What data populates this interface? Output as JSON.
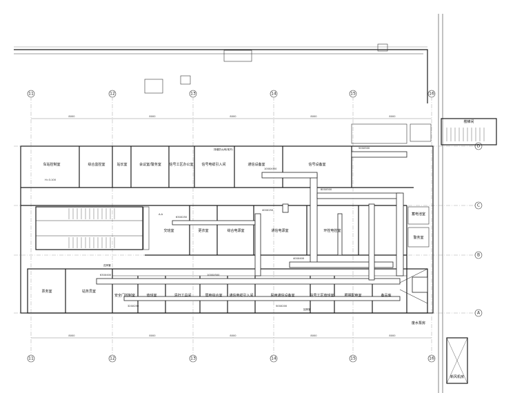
{
  "grid_columns": [
    "11",
    "12",
    "13",
    "14",
    "15",
    "16"
  ],
  "grid_rows": [
    "D",
    "C",
    "B",
    "A"
  ],
  "rooms": {
    "r1": "车站控制室",
    "r2": "综合监控室",
    "r3": "站长室",
    "r4": "会议室/警务室",
    "r5": "信号工区办公室",
    "r6": "信号电缆引入间",
    "r7": "通信设备室",
    "r8": "信号设备室",
    "r9": "蓄电池室",
    "r10": "警务室",
    "r11": "交班室",
    "r12": "更衣室",
    "r13": "综合电源室",
    "r14": "通信电源室",
    "r15": "环控电控室",
    "r16": "票务室",
    "r17": "站务员室",
    "r18": "安全门控制室",
    "r19": "值班室",
    "r20": "清扫工具间",
    "r21": "弱电综合室",
    "r22": "通信电缆引入间",
    "r23": "民用通信设备室",
    "r24": "信号工区值班室",
    "r25": "照明配电室",
    "r26": "备品库",
    "r27": "废水泵房",
    "r28": "楼梯间",
    "r29": "新风机房"
  },
  "duct_sizes": [
    "500X500",
    "1000X400",
    "800X500",
    "630X250",
    "400X250",
    "400X400",
    "630X400",
    "1000X500",
    "320X250",
    "500X200"
  ],
  "notes": {
    "exhaust": "排烟防火阀(常开)",
    "supply": "送风管",
    "return": "回风管",
    "elev": "H=3.100",
    "section": "A-A"
  },
  "dims": [
    "3000",
    "8000",
    "8000",
    "8000",
    "8000",
    "8000"
  ]
}
